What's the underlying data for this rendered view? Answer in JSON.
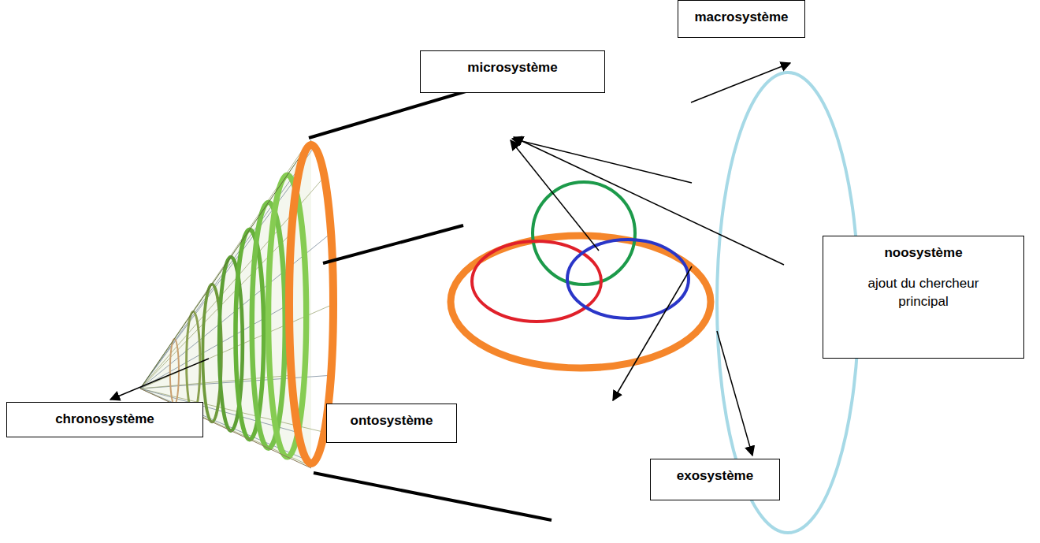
{
  "diagram": {
    "nodes": [
      {
        "text": [
          "macrosystème"
        ]
      },
      {
        "text": [
          "microsystème"
        ]
      },
      {
        "text": [
          "noosystème",
          "ajout du chercheur principal"
        ]
      },
      {
        "text": [
          "chronosystème"
        ]
      },
      {
        "text": [
          "ontosystème"
        ]
      },
      {
        "text": [
          "exosystème"
        ]
      }
    ]
  }
}
